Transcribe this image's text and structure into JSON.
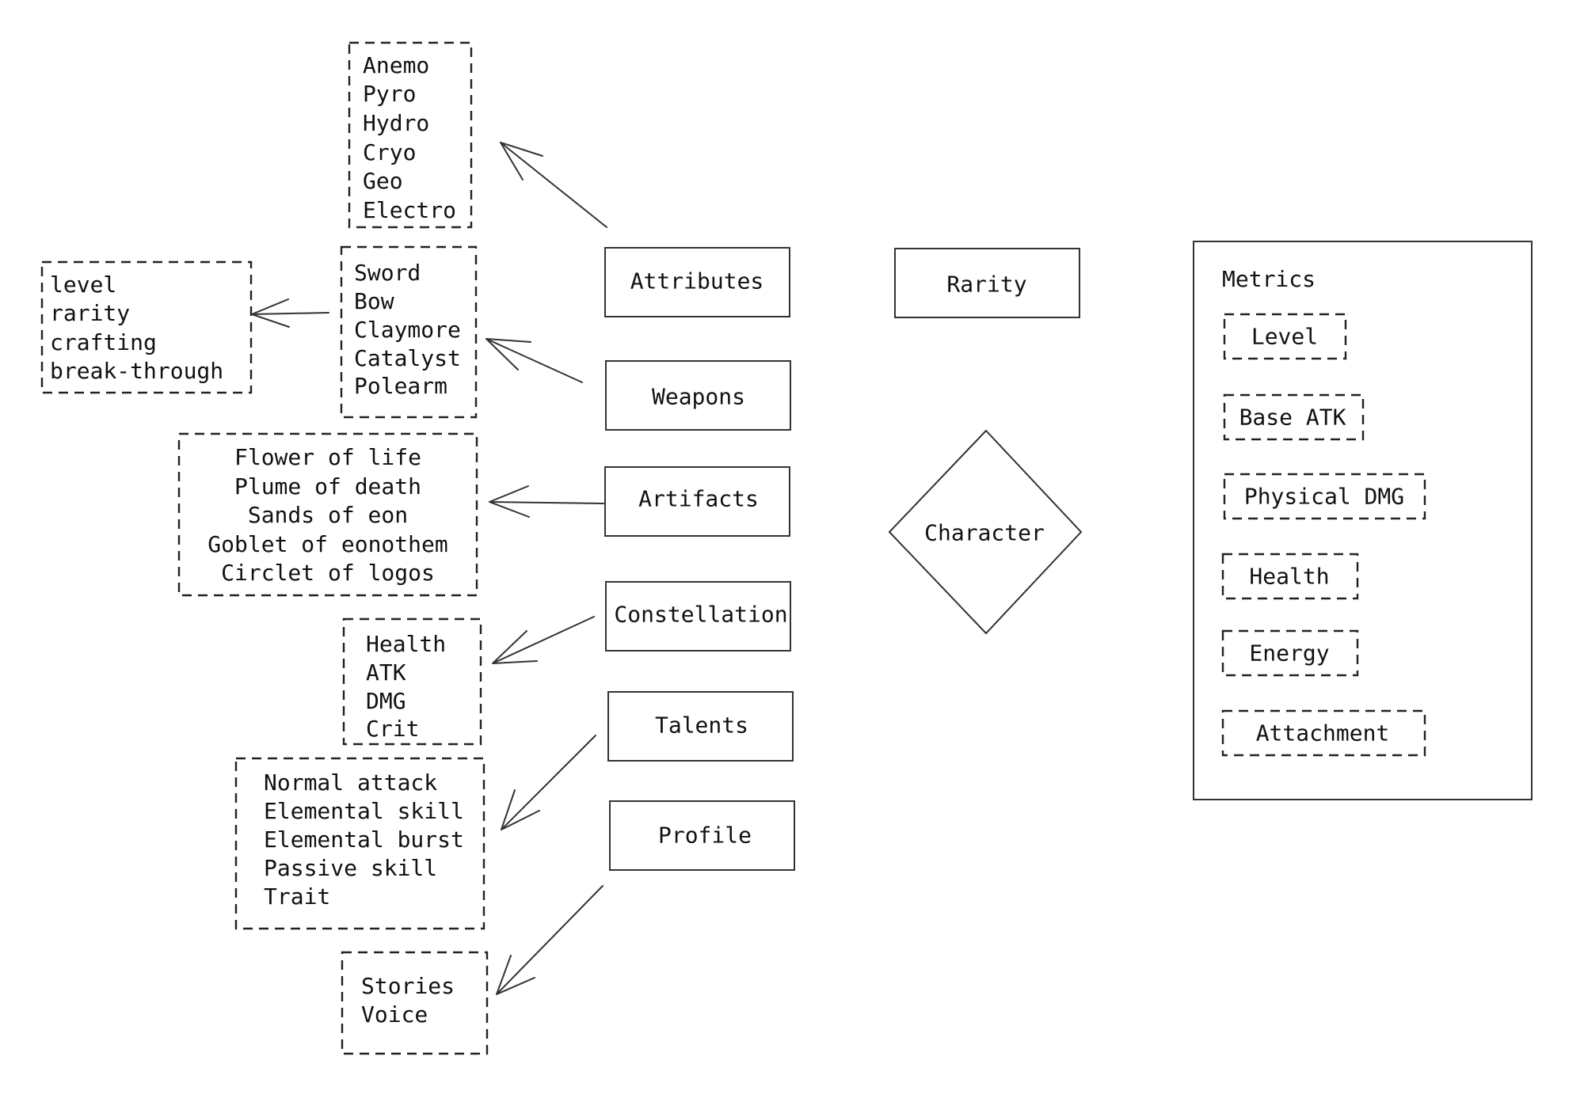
{
  "nodes": {
    "attributes": "Attributes",
    "weapons": "Weapons",
    "artifacts": "Artifacts",
    "constellation": "Constellation",
    "talents": "Talents",
    "profile": "Profile",
    "rarity": "Rarity",
    "character": "Character"
  },
  "lists": {
    "elements": [
      "Anemo",
      "Pyro",
      "Hydro",
      "Cryo",
      "Geo",
      "Electro"
    ],
    "weapon_types": [
      "Sword",
      "Bow",
      "Claymore",
      "Catalyst",
      "Polearm"
    ],
    "weapon_props": [
      "level",
      "rarity",
      "crafting",
      "break-through"
    ],
    "artifact_types": [
      "Flower of life",
      "Plume of death",
      "Sands of eon",
      "Goblet of eonothem",
      "Circlet of logos"
    ],
    "constellation_stats": [
      "Health",
      "ATK",
      "DMG",
      "Crit"
    ],
    "talent_types": [
      "Normal attack",
      "Elemental skill",
      "Elemental burst",
      "Passive skill",
      "Trait"
    ],
    "profile_items": [
      "Stories",
      "Voice"
    ]
  },
  "metrics": {
    "title": "Metrics",
    "items": [
      "Level",
      "Base ATK",
      "Physical DMG",
      "Health",
      "Energy",
      "Attachment"
    ]
  }
}
